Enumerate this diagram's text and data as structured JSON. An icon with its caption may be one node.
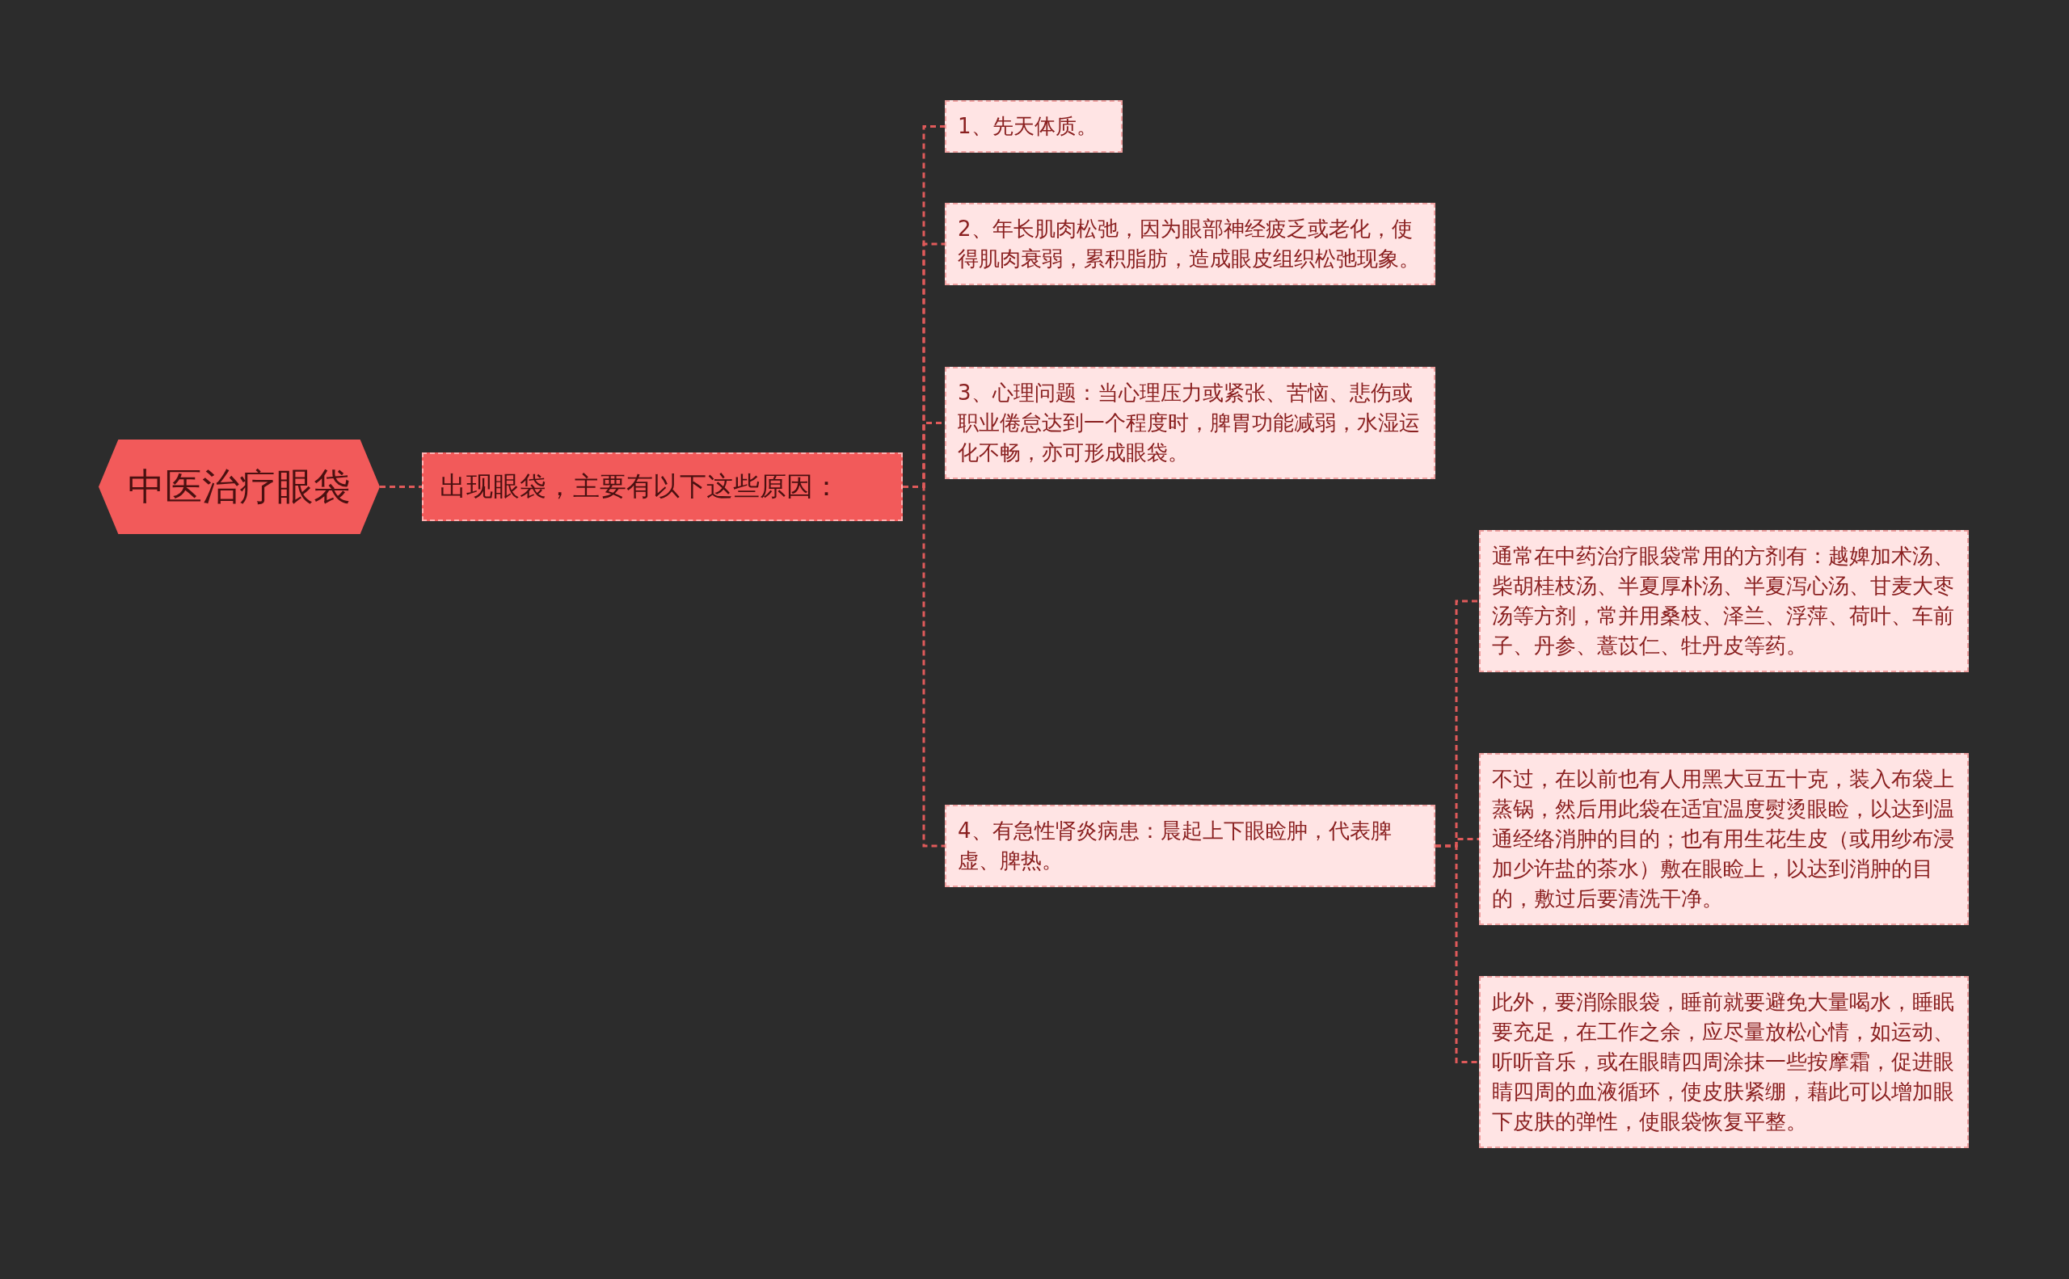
{
  "diagram": {
    "nodes": [
      {
        "text": [
          "中医治疗眼袋"
        ]
      },
      {
        "text": [
          "出现眼袋，主要有以下这些原因："
        ]
      },
      {
        "text": [
          "1、先天体质。"
        ]
      },
      {
        "text": [
          "2、年长肌肉松弛，因为眼部神经疲乏或老化，使得肌肉衰弱，累积脂肪，造成眼皮组织松弛现象。"
        ]
      },
      {
        "text": [
          "3、心理问题：当心理压力或紧张、苦恼、悲伤或职业倦怠达到一个程度时，脾胃功能减弱，水湿运化不畅，亦可形成眼袋。"
        ]
      },
      {
        "text": [
          "4、有急性肾炎病患：晨起上下眼睑肿，代表脾虚、脾热。"
        ]
      },
      {
        "text": [
          "通常在中药治疗眼袋常用的方剂有：越婢加术汤、柴胡桂枝汤、半夏厚朴汤、半夏泻心汤、甘麦大枣汤等方剂，常并用桑枝、泽兰、浮萍、荷叶、车前子、丹参、薏苡仁、牡丹皮等药。"
        ]
      },
      {
        "text": [
          "不过，在以前也有人用黑大豆五十克，装入布袋上蒸锅，然后用此袋在适宜温度熨烫眼睑，以达到温通经络消肿的目的；也有用生花生皮（或用纱布浸加少许盐的茶水）敷在眼睑上，以达到消肿的目的，敷过后要清洗干净。"
        ]
      },
      {
        "text": [
          "此外，要消除眼袋，睡前就要避免大量喝水，睡眠要充足，在工作之余，应尽量放松心情，如运动、听听音乐，或在眼睛四周涂抹一些按摩霜，促进眼睛四周的血液循环，使皮肤紧绷，藉此可以增加眼下皮肤的弹性，使眼袋恢复平整。"
        ]
      }
    ],
    "edges": [
      {
        "from": 0,
        "to": 1,
        "arrow": "none",
        "style": "dashed"
      },
      {
        "from": 1,
        "to": 2,
        "arrow": "none",
        "style": "dashed"
      },
      {
        "from": 1,
        "to": 3,
        "arrow": "none",
        "style": "dashed"
      },
      {
        "from": 1,
        "to": 4,
        "arrow": "none",
        "style": "dashed"
      },
      {
        "from": 1,
        "to": 5,
        "arrow": "none",
        "style": "dashed"
      },
      {
        "from": 5,
        "to": 6,
        "arrow": "none",
        "style": "dashed"
      },
      {
        "from": 5,
        "to": 7,
        "arrow": "none",
        "style": "dashed"
      },
      {
        "from": 5,
        "to": 8,
        "arrow": "none",
        "style": "dashed"
      }
    ]
  }
}
